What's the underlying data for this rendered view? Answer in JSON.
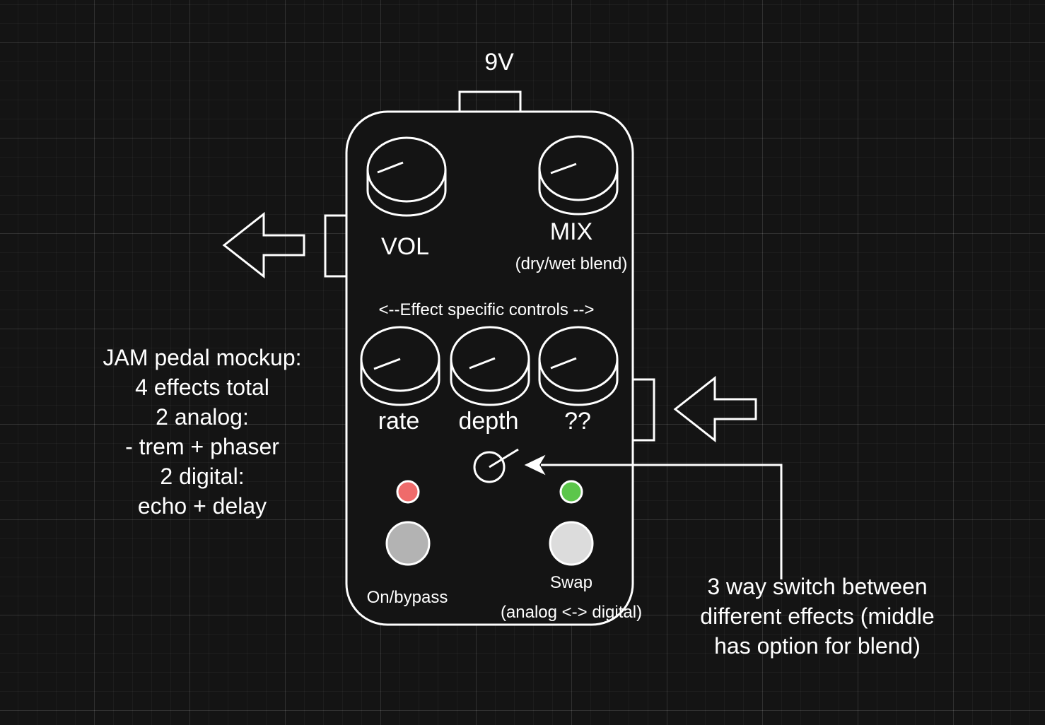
{
  "power": {
    "label": "9V"
  },
  "knobs": {
    "vol": {
      "label": "VOL"
    },
    "mix": {
      "label": "MIX",
      "sublabel": "(dry/wet blend)"
    },
    "effect_header": "<--Effect specific controls -->",
    "rate": {
      "label": "rate"
    },
    "depth": {
      "label": "depth"
    },
    "unknown": {
      "label": "??"
    }
  },
  "footswitches": {
    "on_bypass": {
      "label": "On/bypass",
      "led_color": "#ef6b6b",
      "button_color": "#b3b3b3"
    },
    "swap": {
      "label": "Swap",
      "sublabel": "(analog <-> digital)",
      "led_color": "#5cc64b",
      "button_color": "#dcdcdc"
    }
  },
  "left_note": {
    "lines": [
      "JAM pedal mockup:",
      "4 effects total",
      "2 analog:",
      "- trem + phaser",
      "2 digital:",
      "echo + delay"
    ]
  },
  "right_note": {
    "lines": [
      "3 way switch between",
      "different effects (middle",
      "has option for blend)"
    ]
  },
  "colors": {
    "background": "#141414",
    "stroke": "#ffffff"
  }
}
